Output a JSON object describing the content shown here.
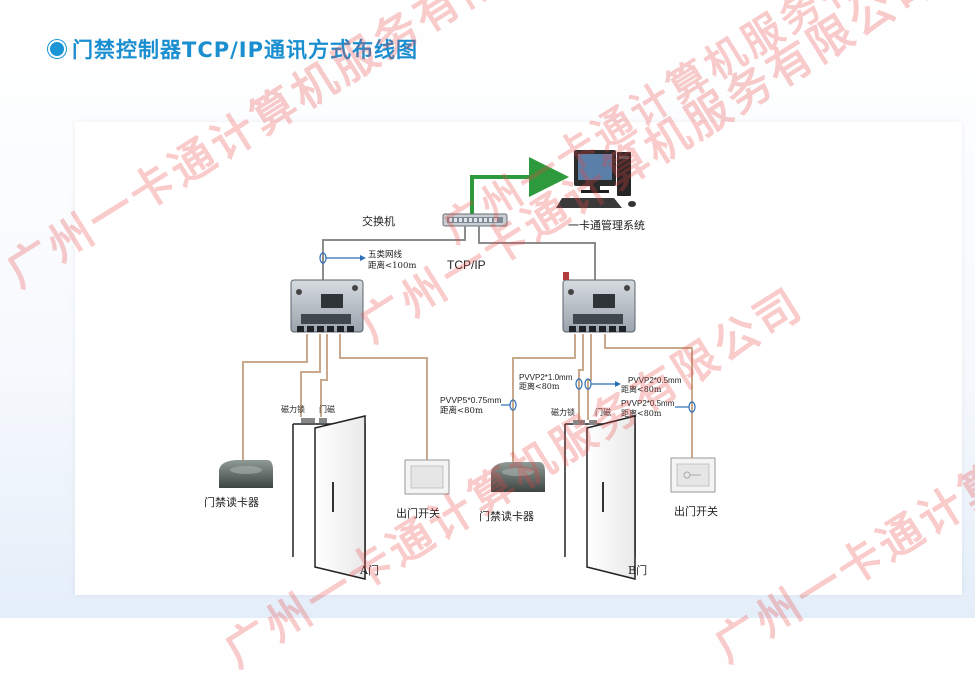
{
  "title": "门禁控制器TCP/IP通讯方式布线图",
  "nodes": {
    "switch_label": "交换机",
    "pc_label": "一卡通管理系统",
    "tcpip_label": "TCP/IP",
    "cable_a_line1": "五类网线",
    "cable_a_line2": "距离<100m",
    "door_a": {
      "magnet_label": "磁力锁",
      "sensor_label": "门磁",
      "reader_label": "门禁读卡器",
      "exit_label": "出门开关",
      "door_label": "A门",
      "cable_label_line1": "PVVP5*0.75mm",
      "cable_label_line2": "距离<80m"
    },
    "door_b": {
      "magnet_label": "磁力锁",
      "sensor_label": "门磁",
      "reader_label": "门禁读卡器",
      "exit_label": "出门开关",
      "door_label": "B门",
      "cable1_line1": "PVVP2*1.0mm",
      "cable1_line2": "距离<80m",
      "cable2_line1": "PVVP2*0.5mm",
      "cable2_line2": "距离<80m",
      "cable3_line1": "PVVP2*0.5mm",
      "cable3_line2": "距离<80m"
    }
  },
  "watermark_text": "广州一卡通计算机服务有限公司",
  "colors": {
    "title": "#1b8ed0",
    "wire_beige": "#c9a98c",
    "wire_gray": "#8c8c8c",
    "network_green": "#2e9a3e",
    "arrow_blue": "#2b6fb8",
    "watermark": "#eb4646"
  }
}
